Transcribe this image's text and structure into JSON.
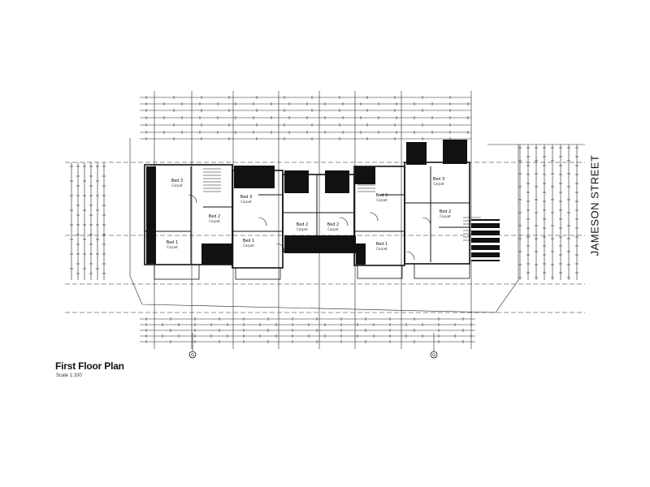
{
  "drawing": {
    "title": "First Floor Plan",
    "scale": "Scale 1:100",
    "street_label": "JAMESON STREET",
    "grid_markers": [
      "G",
      "G"
    ]
  },
  "rooms": [
    {
      "name": "Bed 3",
      "floor": "Carpet"
    },
    {
      "name": "Bed 2",
      "floor": "Carpet"
    },
    {
      "name": "Bed 1",
      "floor": "Carpet"
    },
    {
      "name": "Bed 3",
      "floor": "Carpet"
    },
    {
      "name": "Bed 1",
      "floor": "Carpet"
    },
    {
      "name": "Bed 2",
      "floor": "Carpet"
    },
    {
      "name": "Bed 2",
      "floor": "Carpet"
    },
    {
      "name": "Bed 3",
      "floor": "Carpet"
    },
    {
      "name": "Bed 1",
      "floor": "Carpet"
    },
    {
      "name": "Bed 3",
      "floor": "Carpet"
    },
    {
      "name": "Bed 2",
      "floor": "Carpet"
    }
  ],
  "colors": {
    "ink": "#111111",
    "paper": "#ffffff"
  }
}
